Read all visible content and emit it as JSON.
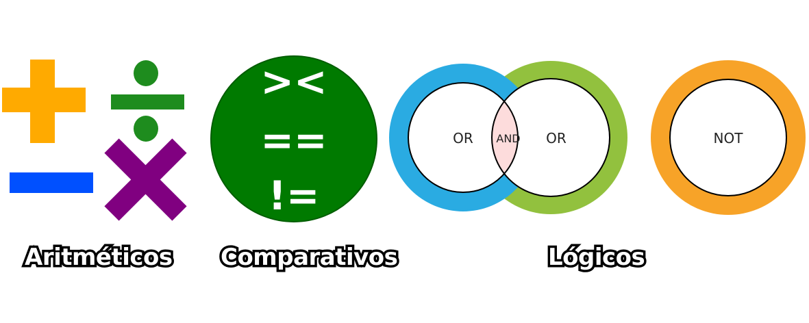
{
  "groups": {
    "arithmetic": {
      "label": "Aritméticos",
      "colors": {
        "plus": "#FFAA00",
        "minus": "#0050FF",
        "divide": "#1E8C1E",
        "multiply": "#800080"
      }
    },
    "comparison": {
      "label": "Comparativos",
      "symbols": {
        "greater_less": "><",
        "equal": "==",
        "not_equal": "!="
      },
      "colors": {
        "circle": "#007A00",
        "symbol": "#FFFFFF"
      }
    },
    "logical": {
      "label": "Lógicos",
      "venn": {
        "left_label": "OR",
        "intersection_label": "AND",
        "right_label": "OR"
      },
      "not_label": "NOT",
      "colors": {
        "left_ring": "#2AABE2",
        "right_ring": "#92C13E",
        "intersection": "#FDDCDC",
        "not_ring": "#F7A328"
      }
    }
  }
}
